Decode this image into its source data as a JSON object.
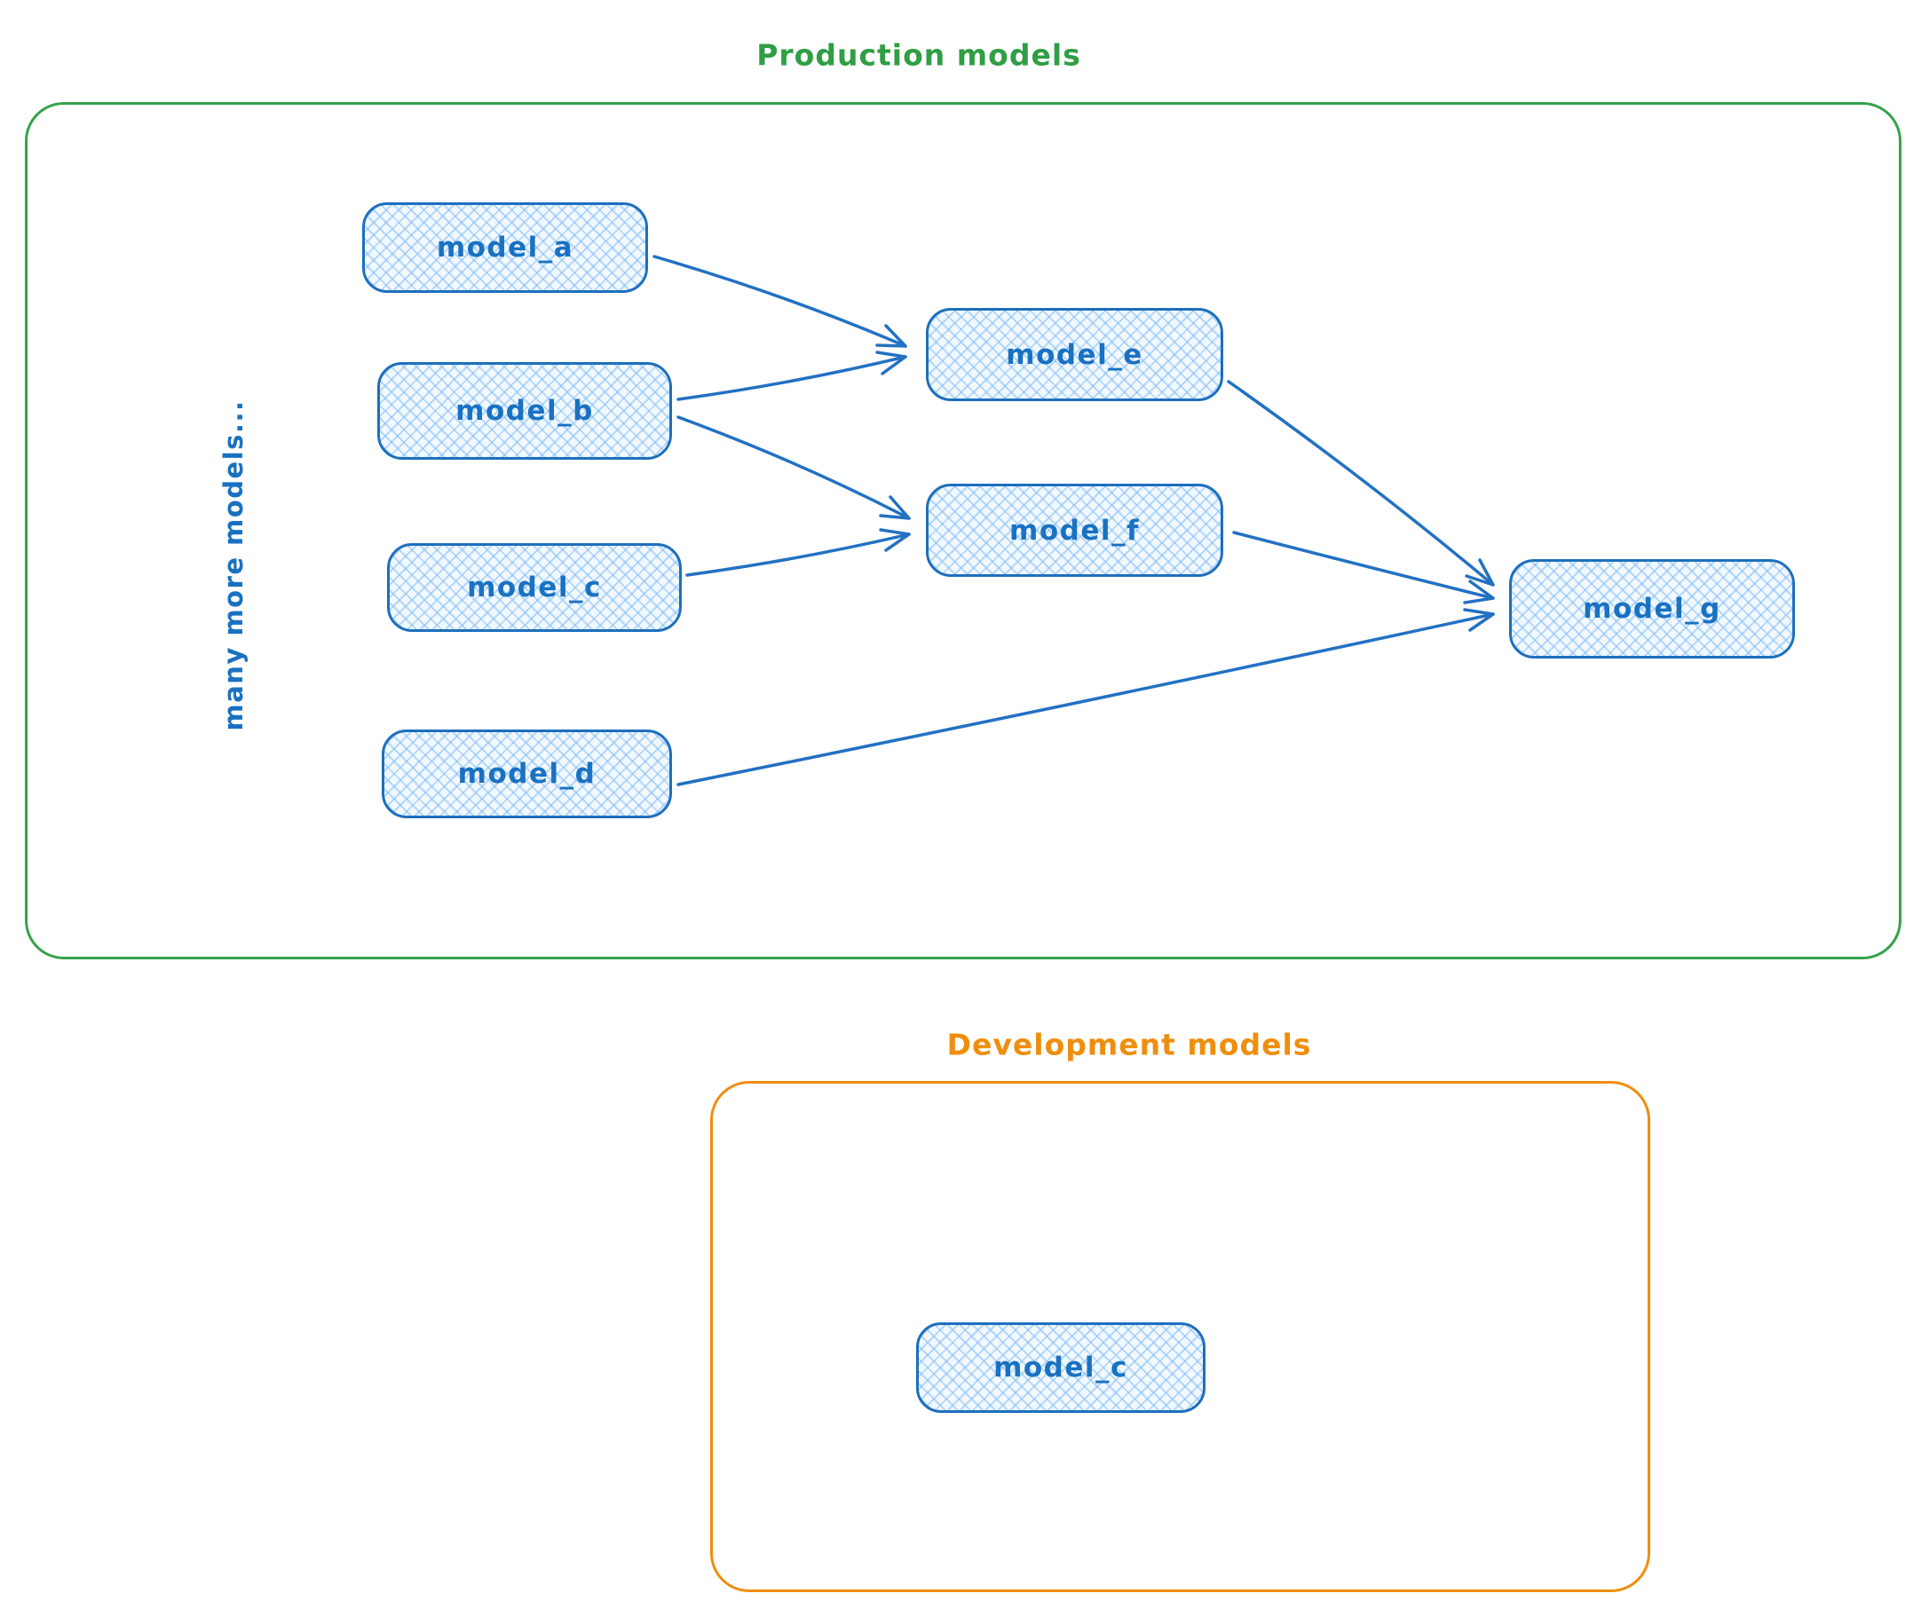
{
  "sections": {
    "production": {
      "title": "Production models",
      "accent_color": "#2f9e44",
      "side_note": "many more models..."
    },
    "development": {
      "title": "Development models",
      "accent_color": "#ef8e0e"
    }
  },
  "node_style": {
    "stroke_color": "#1971c2",
    "fill_color": "#a5d8ff",
    "label_color": "#1971c2"
  },
  "nodes": {
    "a": {
      "label": "model_a",
      "section": "production"
    },
    "b": {
      "label": "model_b",
      "section": "production"
    },
    "c": {
      "label": "model_c",
      "section": "production"
    },
    "d": {
      "label": "model_d",
      "section": "production"
    },
    "e": {
      "label": "model_e",
      "section": "production"
    },
    "f": {
      "label": "model_f",
      "section": "production"
    },
    "g": {
      "label": "model_g",
      "section": "production"
    },
    "dev_c": {
      "label": "model_c",
      "section": "development"
    }
  },
  "edges": [
    {
      "from": "model_a",
      "to": "model_e"
    },
    {
      "from": "model_b",
      "to": "model_e"
    },
    {
      "from": "model_b",
      "to": "model_f"
    },
    {
      "from": "model_c",
      "to": "model_f"
    },
    {
      "from": "model_e",
      "to": "model_g"
    },
    {
      "from": "model_f",
      "to": "model_g"
    },
    {
      "from": "model_d",
      "to": "model_g"
    }
  ]
}
